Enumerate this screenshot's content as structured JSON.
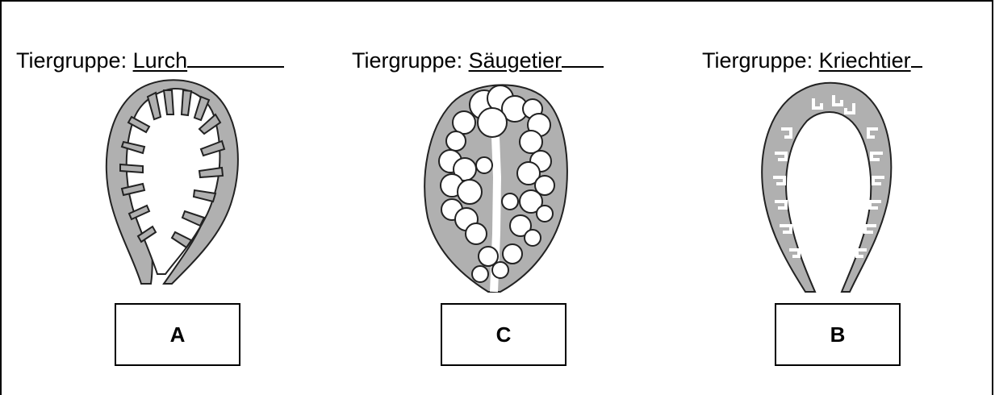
{
  "panels": [
    {
      "prefix": "Tiergruppe: ",
      "answer": "Lurch",
      "box_letter": "A"
    },
    {
      "prefix": "Tiergruppe: ",
      "answer": "Säugetier",
      "box_letter": "C"
    },
    {
      "prefix": "Tiergruppe: ",
      "answer": "Kriechtier",
      "box_letter": "B"
    }
  ],
  "colors": {
    "tissue": "#b0b0b0",
    "outline": "#222222"
  }
}
